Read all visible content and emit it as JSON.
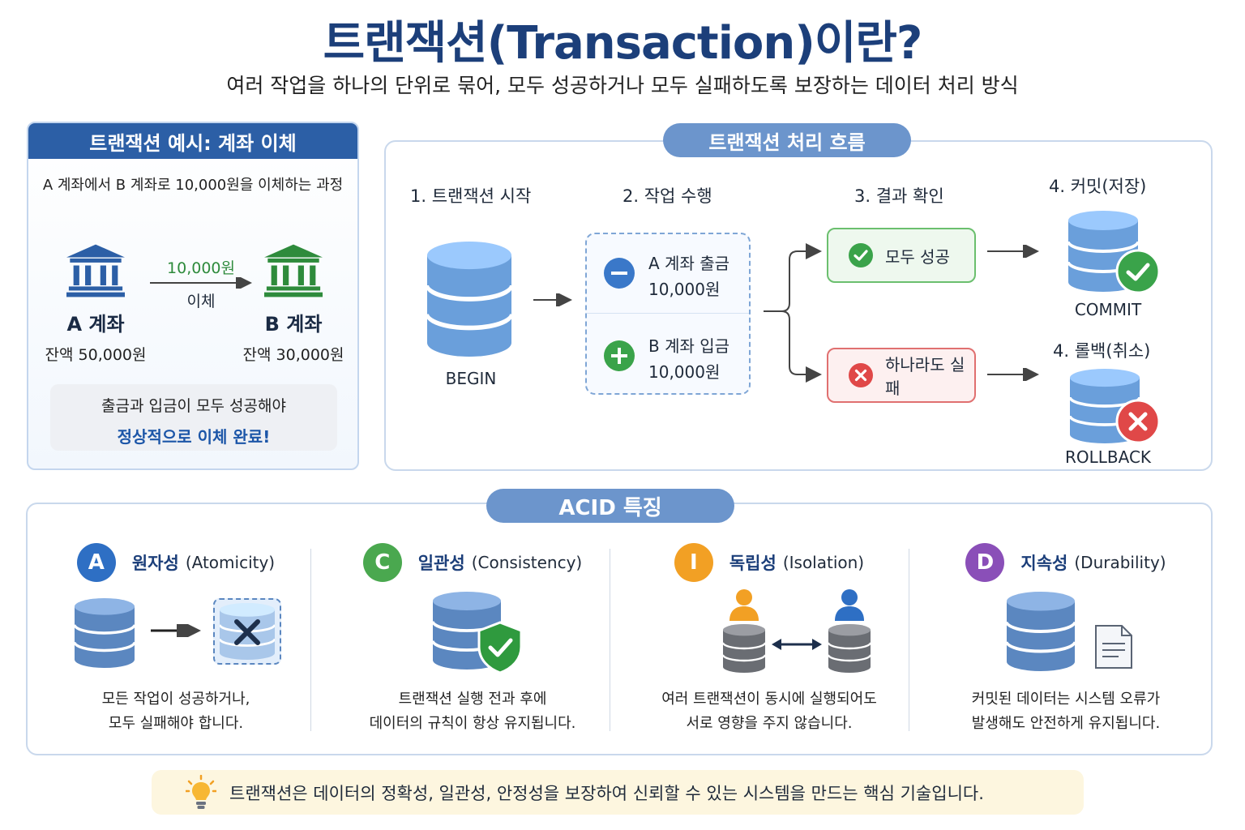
{
  "header": {
    "title": "트랜잭션(Transaction)이란?",
    "subtitle": "여러 작업을 하나의 단위로 묶어, 모두 성공하거나 모두 실패하도록 보장하는 데이터 처리 방식"
  },
  "example": {
    "heading": "트랜잭션 예시: 계좌 이체",
    "description": "A 계좌에서 B 계좌로 10,000원을 이체하는 과정",
    "account_a": {
      "name": "A 계좌",
      "balance": "잔액 50,000원",
      "icon": "bank-icon",
      "color": "#2c5fa6"
    },
    "account_b": {
      "name": "B 계좌",
      "balance": "잔액 30,000원",
      "icon": "bank-icon",
      "color": "#2e8b3c"
    },
    "transfer_amount": "10,000원",
    "transfer_label": "이체",
    "note_line1": "출금과 입금이 모두 성공해야",
    "note_line2": "정상적으로 이체 완료!"
  },
  "flow": {
    "heading": "트랜잭션 처리 흐름",
    "steps": [
      {
        "label": "1. 트랜잭션 시작"
      },
      {
        "label": "2. 작업 수행"
      },
      {
        "label": "3. 결과 확인"
      },
      {
        "label": "4. 커밋(저장)"
      },
      {
        "label": "4. 롤백(취소)"
      }
    ],
    "begin_label": "BEGIN",
    "operations": [
      {
        "line1": "A 계좌 출금",
        "line2": "10,000원",
        "icon": "minus-circle-icon"
      },
      {
        "line1": "B 계좌 입금",
        "line2": "10,000원",
        "icon": "plus-circle-icon"
      }
    ],
    "results": [
      {
        "label": "모두 성공",
        "icon": "check-circle-icon",
        "color": "#3aa34a"
      },
      {
        "label": "하나라도 실패",
        "icon": "x-circle-icon",
        "color": "#e04848"
      }
    ],
    "commit_label": "COMMIT",
    "rollback_label": "ROLLBACK"
  },
  "acid": {
    "heading": "ACID 특징",
    "items": [
      {
        "letter": "A",
        "title": "원자성",
        "en": "(Atomicity)",
        "color": "#2e6fc4",
        "desc1": "모든 작업이 성공하거나,",
        "desc2": "모두 실패해야 합니다."
      },
      {
        "letter": "C",
        "title": "일관성",
        "en": "(Consistency)",
        "color": "#4aa84f",
        "desc1": "트랜잭션 실행 전과 후에",
        "desc2": "데이터의 규칙이 항상 유지됩니다."
      },
      {
        "letter": "I",
        "title": "독립성",
        "en": "(Isolation)",
        "color": "#f2a024",
        "desc1": "여러 트랜잭션이 동시에 실행되어도",
        "desc2": "서로 영향을 주지 않습니다."
      },
      {
        "letter": "D",
        "title": "지속성",
        "en": "(Durability)",
        "color": "#8a4fb8",
        "desc1": "커밋된 데이터는 시스템 오류가",
        "desc2": "발생해도 안전하게 유지됩니다."
      }
    ]
  },
  "tip": {
    "icon": "lightbulb-icon",
    "text": "트랜잭션은 데이터의 정확성, 일관성, 안정성을 보장하여 신뢰할 수 있는 시스템을 만드는 핵심 기술입니다."
  }
}
